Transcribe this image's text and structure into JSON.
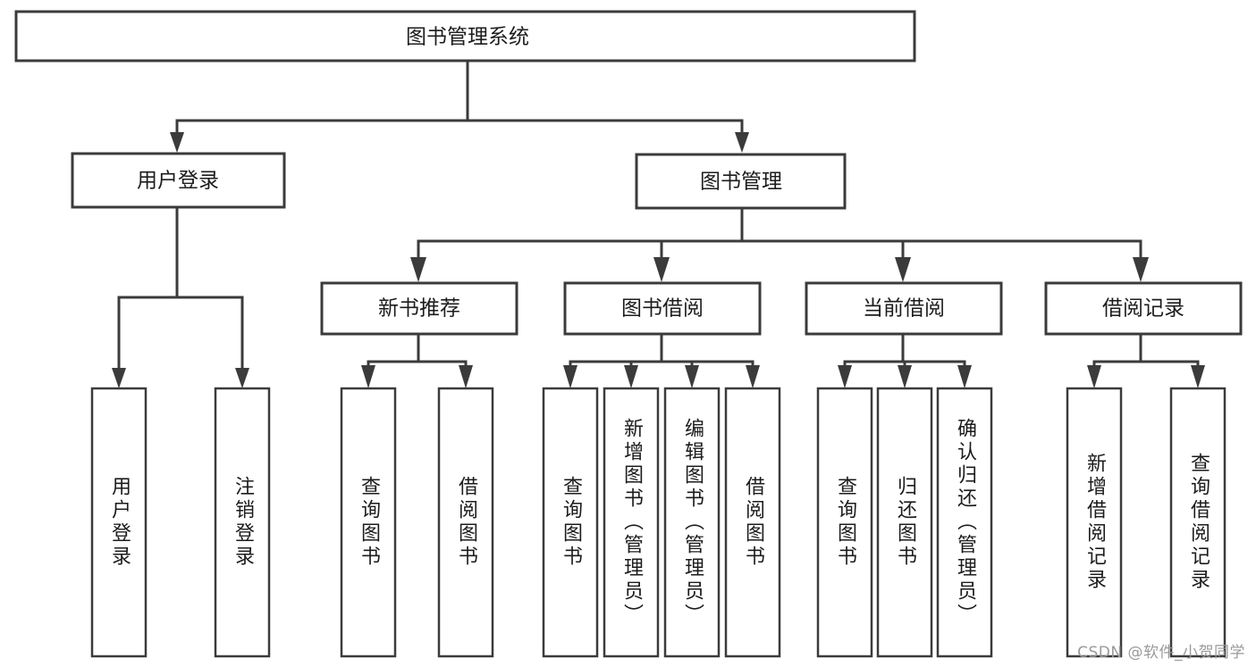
{
  "diagram": {
    "title": "图书管理系统",
    "type": "tree-hierarchy",
    "root": {
      "id": "root",
      "label": "图书管理系统"
    },
    "level2": [
      {
        "id": "user-login",
        "label": "用户登录"
      },
      {
        "id": "book-management",
        "label": "图书管理"
      }
    ],
    "level3": [
      {
        "id": "new-book-recommend",
        "label": "新书推荐",
        "parent": "book-management"
      },
      {
        "id": "book-borrow",
        "label": "图书借阅",
        "parent": "book-management"
      },
      {
        "id": "current-borrow",
        "label": "当前借阅",
        "parent": "book-management"
      },
      {
        "id": "borrow-record",
        "label": "借阅记录",
        "parent": "book-management"
      }
    ],
    "leaves": {
      "user-login": [
        {
          "id": "leaf-user-login",
          "label": "用户登录"
        },
        {
          "id": "leaf-logout",
          "label": "注销登录"
        }
      ],
      "new-book-recommend": [
        {
          "id": "leaf-query-book-1",
          "label": "查询图书"
        },
        {
          "id": "leaf-borrow-book-1",
          "label": "借阅图书"
        }
      ],
      "book-borrow": [
        {
          "id": "leaf-query-book-2",
          "label": "查询图书"
        },
        {
          "id": "leaf-add-book",
          "label": "新增图书（管理员）"
        },
        {
          "id": "leaf-edit-book",
          "label": "编辑图书（管理员）"
        },
        {
          "id": "leaf-borrow-book-2",
          "label": "借阅图书"
        }
      ],
      "current-borrow": [
        {
          "id": "leaf-query-book-3",
          "label": "查询图书"
        },
        {
          "id": "leaf-return-book",
          "label": "归还图书"
        },
        {
          "id": "leaf-confirm-return",
          "label": "确认归还（管理员）"
        }
      ],
      "borrow-record": [
        {
          "id": "leaf-add-record",
          "label": "新增借阅记录"
        },
        {
          "id": "leaf-query-record",
          "label": "查询借阅记录"
        }
      ]
    }
  },
  "watermark": {
    "text": "CSDN @软件_小贺同学"
  },
  "colors": {
    "background": "#ffffff",
    "box_fill": "#ffffff",
    "box_stroke": "#3b3b3b",
    "text": "#1c1c1c",
    "watermark": "#9a9a9a"
  }
}
